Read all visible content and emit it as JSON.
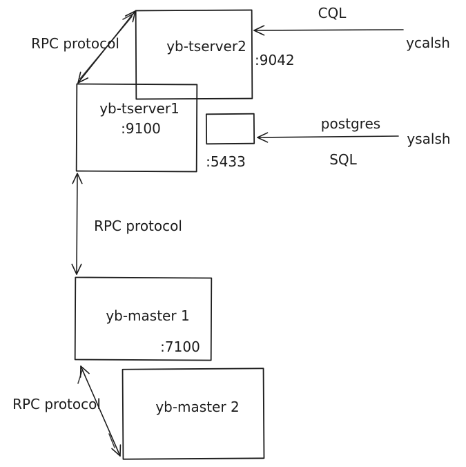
{
  "canvas": {
    "background": "#ffffff",
    "stroke_color": "#1c1c1c"
  },
  "nodes": {
    "tserver2": {
      "label": "yb-tserver2",
      "port": ":9042"
    },
    "tserver1": {
      "label": "yb-tserver1",
      "port": ":9100"
    },
    "port5433": {
      "port": ":5433"
    },
    "master1": {
      "label": "yb-master 1",
      "port": ":7100"
    },
    "master2": {
      "label": "yb-master 2"
    }
  },
  "edges": {
    "rpc_top": {
      "label": "RPC protocol"
    },
    "rpc_mid": {
      "label": "RPC protocol"
    },
    "rpc_bottom": {
      "label": "RPC protocol"
    },
    "cql": {
      "label": "CQL",
      "client": "ycalsh"
    },
    "postgres": {
      "label_top": "postgres",
      "label_bottom": "SQL",
      "client": "ysalsh"
    }
  }
}
